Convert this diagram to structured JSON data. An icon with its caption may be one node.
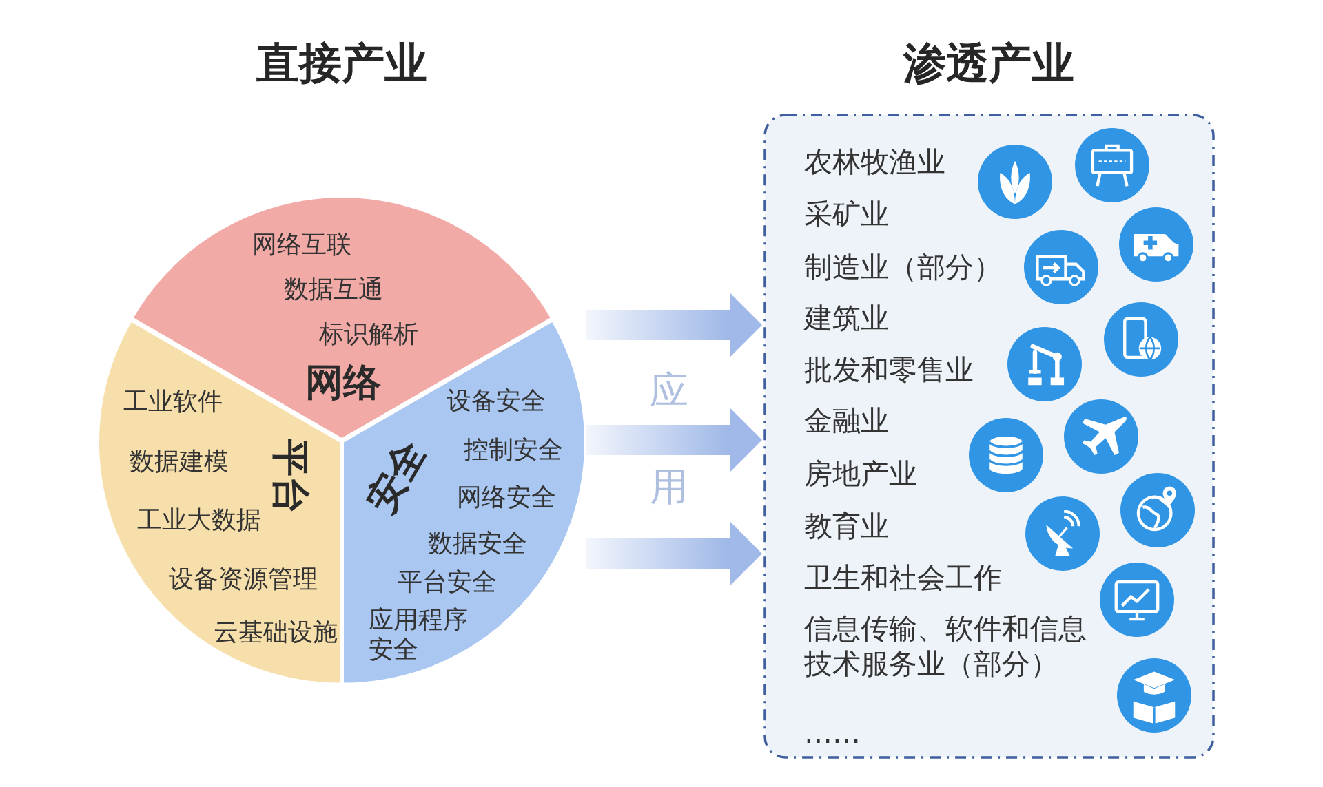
{
  "diagram": {
    "nodes": [
      {
        "text": [
          "直接产业"
        ]
      },
      {
        "text": [
          "网络",
          "网络互联",
          "数据互通",
          "标识解析"
        ],
        "in": 0
      },
      {
        "text": [
          "平台",
          "工业软件",
          "数据建模",
          "工业大数据",
          "设备资源管理",
          "云基础设施"
        ],
        "in": 0
      },
      {
        "text": [
          "安全",
          "设备安全",
          "控制安全",
          "网络安全",
          "数据安全",
          "平台安全",
          "应用程序安全"
        ],
        "in": 0
      },
      {
        "text": [
          "渗透产业",
          "农林牧渔业",
          "采矿业",
          "制造业（部分）",
          "建筑业",
          "批发和零售业",
          "金融业",
          "房地产业",
          "教育业",
          "卫生和社会工作",
          "信息传输、软件和信息技术服务业（部分）",
          "……"
        ]
      }
    ],
    "edges": [
      {
        "from": 0,
        "to": 4,
        "arrow": "to",
        "style": "thick"
      },
      {
        "from": 0,
        "to": 4,
        "arrow": "to",
        "style": "thick"
      },
      {
        "from": 0,
        "to": 4,
        "arrow": "to",
        "style": "thick"
      }
    ],
    "labels": [
      "应用"
    ]
  }
}
